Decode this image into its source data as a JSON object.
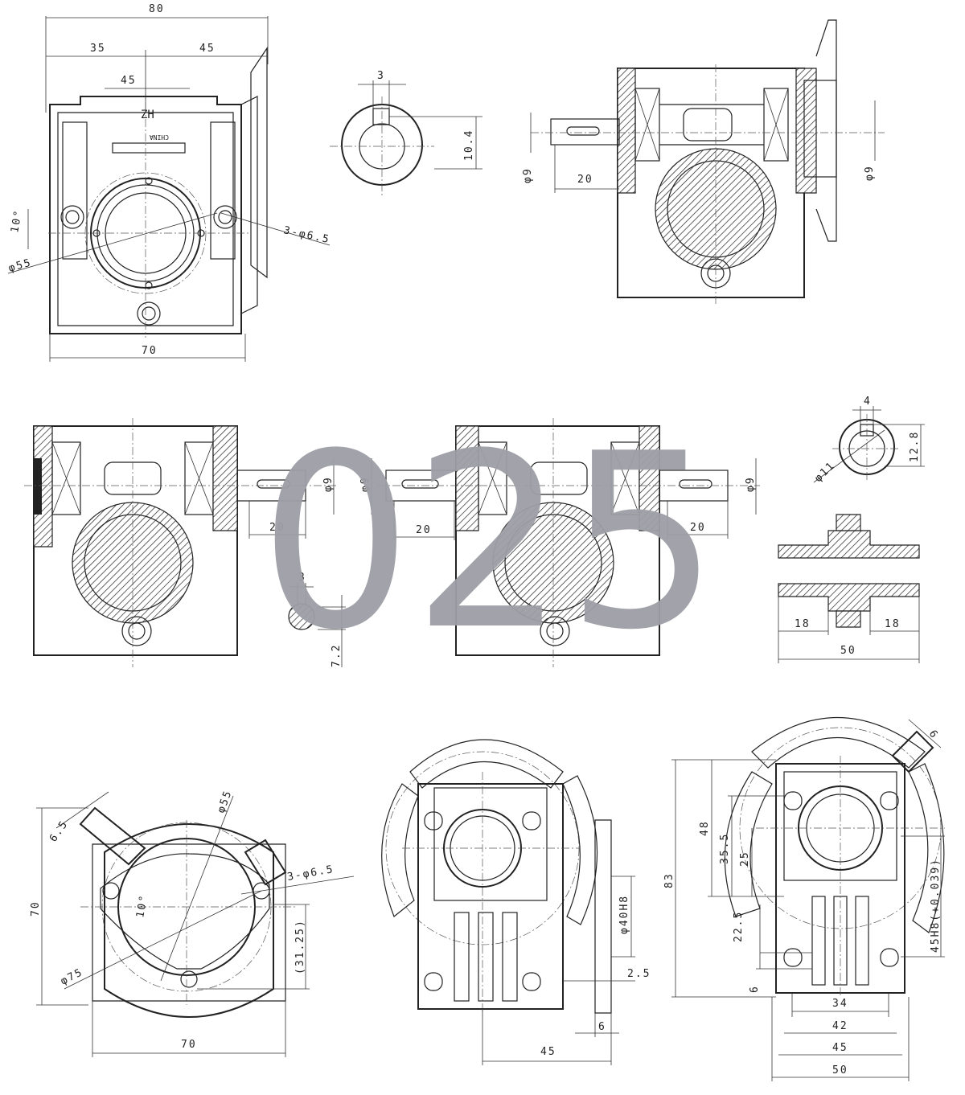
{
  "model_number": "025",
  "brand_mark": "ZH",
  "country_mark": "CHINA",
  "dims": {
    "d80": "80",
    "d35": "35",
    "d45a": "45",
    "d45b": "45",
    "d70a": "70",
    "d10deg": "10°",
    "d55": "φ55",
    "d3phi65": "3-φ6.5",
    "key3a": "3",
    "key104": "10.4",
    "phi9a": "φ9",
    "d20a": "20",
    "phi9b": "φ9",
    "phi9c": "φ9",
    "d20b": "20",
    "phi9d": "φ9",
    "d20c": "20",
    "phi9e": "φ9",
    "d20d": "20",
    "key3b": "3",
    "key72": "7.2",
    "key4": "4",
    "key128": "12.8",
    "phi11": "φ11",
    "d18a": "18",
    "d18b": "18",
    "d50a": "50",
    "d65": "6.5",
    "d70b": "70",
    "phi55b": "φ55",
    "d3phi65b": "3-φ6.5",
    "d10degb": "10°",
    "phi75": "φ75",
    "d3125": "(31.25)",
    "d70c": "70",
    "phi40h8": "φ40H8",
    "d25": "2.5",
    "d6a": "6",
    "d45c": "45",
    "d6b": "6",
    "d83": "83",
    "d48": "48",
    "d355": "35.5",
    "d25b": "25",
    "d225": "22.5",
    "d6c": "6",
    "h45h8": "45H8(+0.039)",
    "d34": "34",
    "d42": "42",
    "d45d": "45",
    "d50b": "50"
  }
}
